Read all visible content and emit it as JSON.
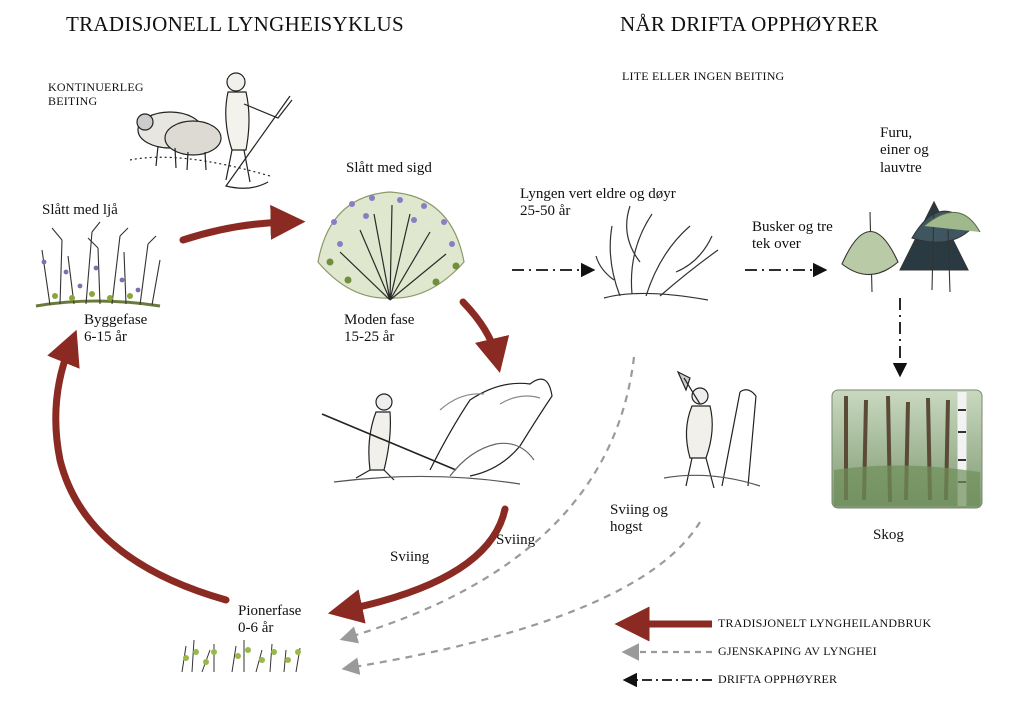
{
  "titles": {
    "left": "TRADISJONELL LYNGHEISYKLUS",
    "right": "NÅR DRIFTA OPPHØYRER"
  },
  "captions": {
    "grazing": "KONTINUERLEG\nBEITING",
    "little_grazing": "LITE ELLER INGEN BEITING"
  },
  "labels": {
    "scythe": "Slått med ljå",
    "sickle": "Slått med sigd",
    "building": "Byggefase\n6-15 år",
    "mature": "Moden fase\n15-25 år",
    "aging": "Lyngen vert eldre og døyr\n25-50 år",
    "shrubs": "Busker og tre\ntek over",
    "trees": "Furu,\neiner og\nlauvtre",
    "forest": "Skog",
    "burn1": "Sviing",
    "burn2": "Sviing",
    "burn_log": "Sviing og\nhogst",
    "pioneer": "Pionerfase\n0-6 år"
  },
  "legend": [
    {
      "label": "TRADISJONELT LYNGHEILANDBRUK",
      "style": "solid-red",
      "color": "#8b2a22"
    },
    {
      "label": "GJENSKAPING AV LYNGHEI",
      "style": "dashed-grey",
      "color": "#9a9a9a"
    },
    {
      "label": "DRIFTA OPPHØYRER",
      "style": "dash-dot-black",
      "color": "#111111"
    }
  ]
}
